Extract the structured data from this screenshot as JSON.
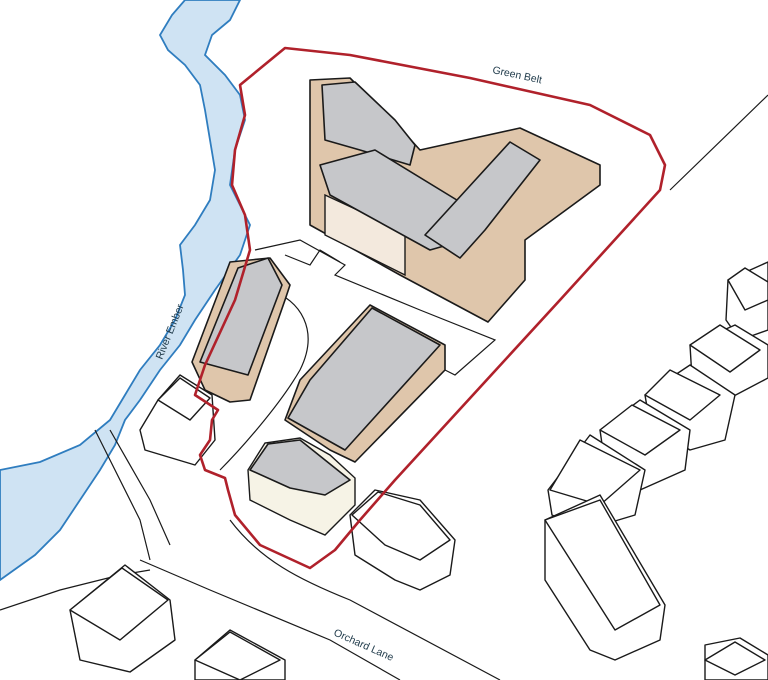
{
  "map": {
    "labels": {
      "green_belt": "Green Belt",
      "river": "River Ember",
      "road": "Orchard Lane"
    },
    "colors": {
      "river_fill": "#cfe3f3",
      "river_edge": "#2f7dbf",
      "boundary": "#b0212b",
      "proposed_wall": "#dfc6ab",
      "proposed_roof": "#c6c7ca",
      "existing_building": "#ffffff"
    }
  }
}
